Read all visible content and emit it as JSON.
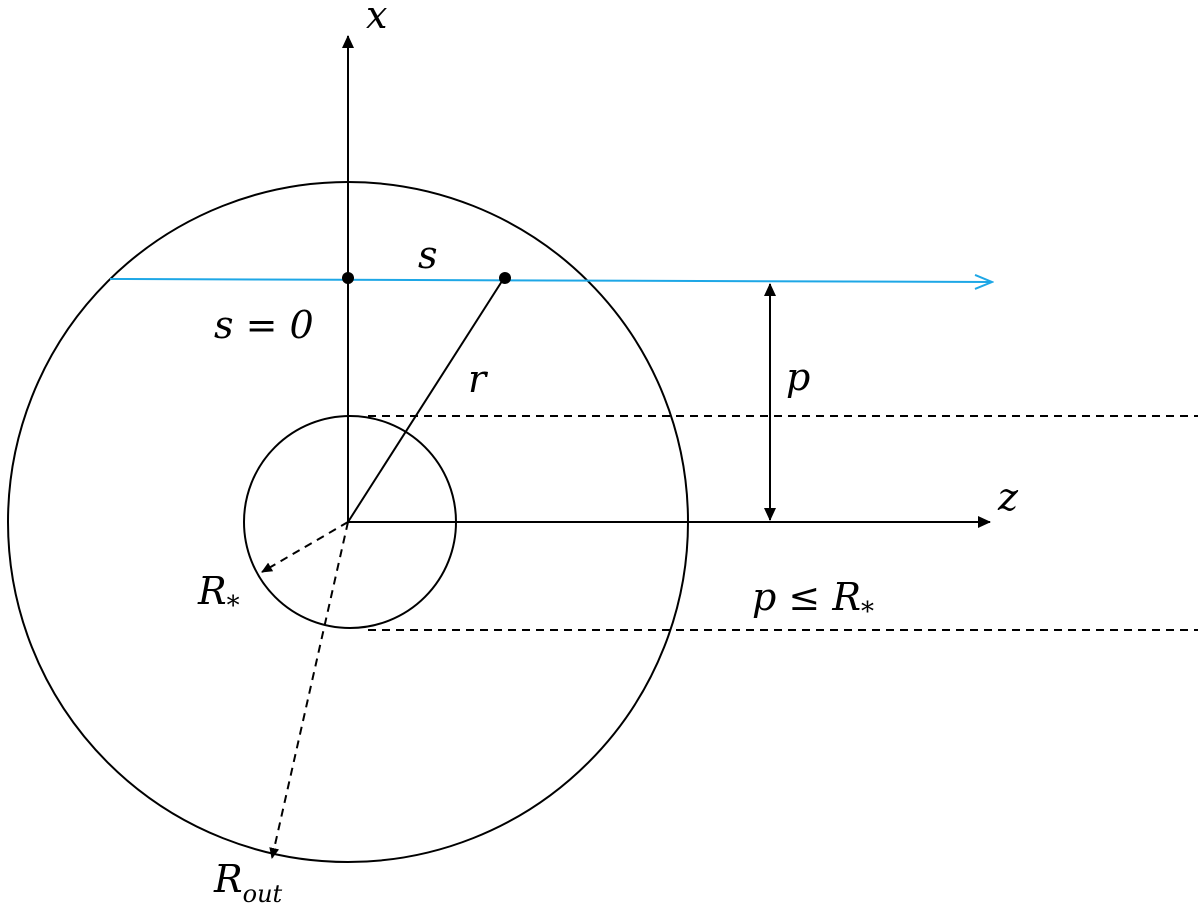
{
  "colors": {
    "ray": "#1ea7e6",
    "ink": "#000000",
    "background": "#ffffff"
  },
  "axes": {
    "x_label": "x",
    "z_label": "z"
  },
  "labels": {
    "s": "s",
    "s_zero": "s = 0",
    "r": "r",
    "p": "p",
    "p_condition": {
      "lhs": "p ≤ R",
      "sub": "*"
    },
    "r_star": {
      "main": "R",
      "sub": "*"
    },
    "r_out": {
      "main": "R",
      "sub": "out"
    }
  }
}
